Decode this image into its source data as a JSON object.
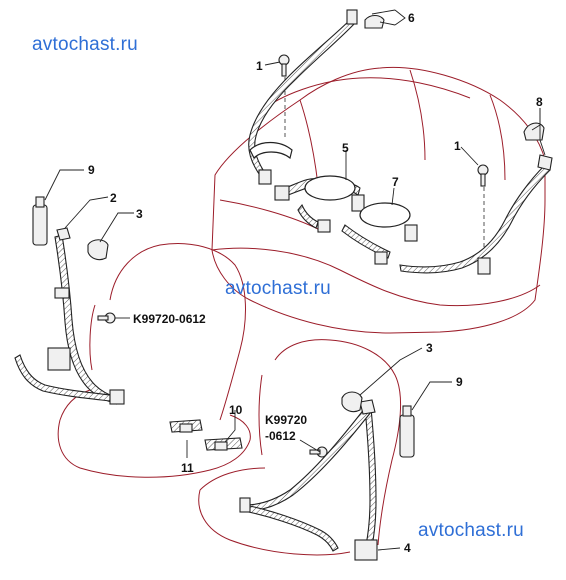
{
  "watermarks": [
    "avtochast.ru",
    "avtochast.ru",
    "avtochast.ru"
  ],
  "callouts": {
    "c1a": "1",
    "c1b": "1",
    "c2": "2",
    "c3a": "3",
    "c3b": "3",
    "c4": "4",
    "c5": "5",
    "c6": "6",
    "c7": "7",
    "c8": "8",
    "c9a": "9",
    "c9b": "9",
    "c10": "10",
    "c11": "11",
    "bolt_a": "K99720-0612",
    "bolt_b_line1": "K99720",
    "bolt_b_line2": "-0612"
  },
  "colors": {
    "watermark": "#2f6fd6",
    "seat_outline": "#9c1d2a",
    "line_art": "#222222"
  }
}
